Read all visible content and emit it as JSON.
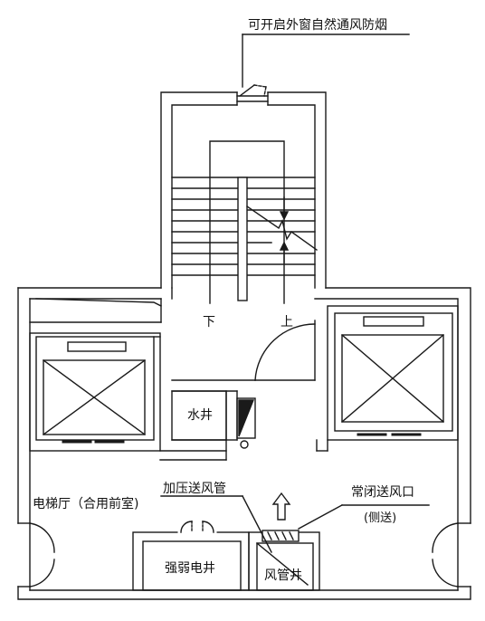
{
  "labels": {
    "top_annotation": "可开启外窗自然通风防烟",
    "stair_down": "下",
    "stair_up": "上",
    "water_shaft": "水井",
    "elevator_hall": "电梯厅（合用前室)",
    "pressurized_duct": "加压送风管",
    "normally_closed_outlet": "常闭送风口",
    "side_supply": "(侧送)",
    "electric_shaft": "强弱电井",
    "duct_shaft": "风管井"
  },
  "colors": {
    "line": "#1a1a1a",
    "background": "#ffffff"
  },
  "icons": {
    "airflow_arrow": "up-arrow-outline-icon",
    "elevator_car": "elevator-cross-icon"
  }
}
